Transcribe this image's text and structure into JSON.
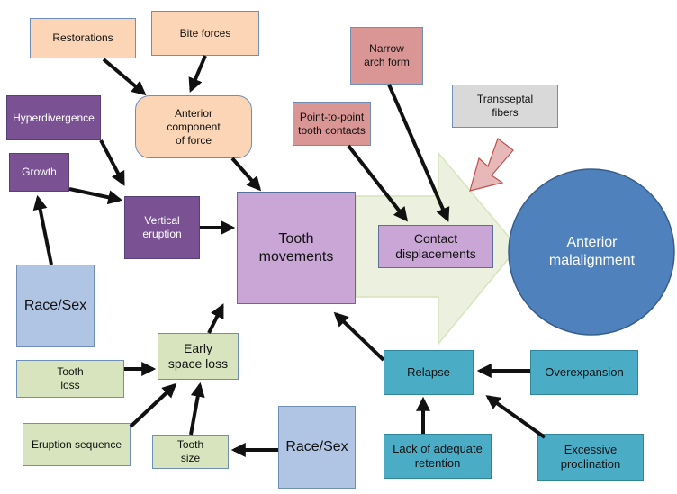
{
  "nodes": {
    "restorations": "Restorations",
    "bite_forces": "Bite forces",
    "anterior_component": "Anterior\ncomponent\nof  force",
    "hyperdivergence": "Hyperdivergence",
    "growth": "Growth",
    "vertical_eruption": "Vertical\neruption",
    "tooth_movements": "Tooth\nmovements",
    "narrow_arch": "Narrow\narch form",
    "point_contacts": "Point-to-point\ntooth contacts",
    "transseptal": "Transseptal\nfibers",
    "contact_displacements": "Contact\ndisplacements",
    "anterior_malalignment": "Anterior\nmalalignment",
    "race_sex_left": "Race/Sex",
    "early_space_loss": "Early\nspace loss",
    "tooth_loss": "Tooth\nloss",
    "eruption_sequence": "Eruption sequence",
    "tooth_size": "Tooth\nsize",
    "race_sex_bottom": "Race/Sex",
    "relapse": "Relapse",
    "overexpansion": "Overexpansion",
    "lack_retention": "Lack of adequate\nretention",
    "excessive_proclination": "Excessive\nproclination"
  },
  "colors": {
    "peach": "#fbd5b5",
    "purple_dark": "#7a5293",
    "lilac": "#c9a6d6",
    "rose": "#d99694",
    "grey": "#d9d9d9",
    "blue_light": "#b0c4e4",
    "green": "#d7e4bd",
    "teal": "#4bacc6",
    "circle": "#4f81bd",
    "big_arrow": "#ebf1de",
    "transseptal_arrow": "#e6b9b8",
    "connector": "#111111"
  }
}
